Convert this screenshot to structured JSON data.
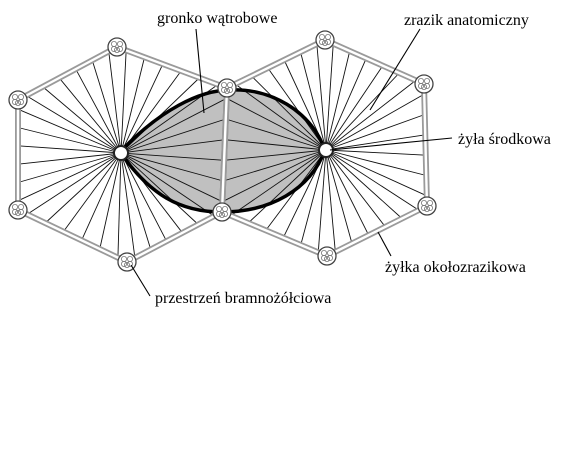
{
  "labels": {
    "acinus": "gronko wątrobowe",
    "lobule": "zrazik anatomiczny",
    "central_vein": "żyła środkowa",
    "sublobular_vein": "żyłka okołozrazikowa",
    "portal_space": "przestrzeń bramnożółciowa"
  },
  "colors": {
    "acinus_fill": "#c0c0c0",
    "acinus_outline": "#000000",
    "lobule_border": "#9a9a9a"
  }
}
